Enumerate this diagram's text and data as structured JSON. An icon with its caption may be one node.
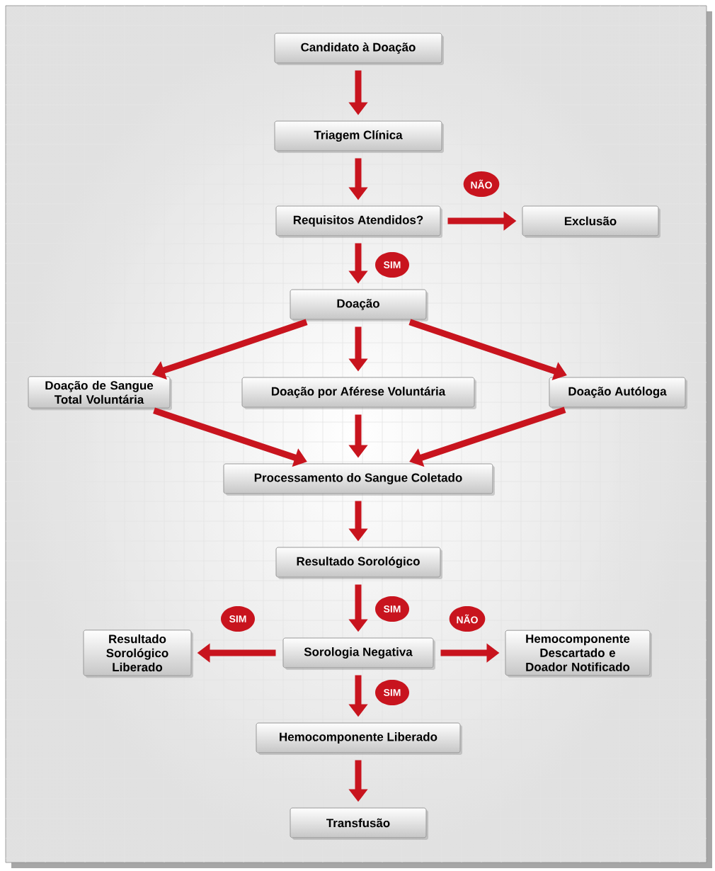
{
  "diagram": {
    "nodes": [
      {
        "text": [
          "Candidato à Doação"
        ]
      },
      {
        "text": [
          "Triagem Clínica"
        ]
      },
      {
        "text": [
          "Requisitos Atendidos?"
        ]
      },
      {
        "text": [
          "Exclusão"
        ]
      },
      {
        "text": [
          "Doação"
        ]
      },
      {
        "text": [
          "Doação de Sangue Total Voluntária"
        ]
      },
      {
        "text": [
          "Doação por Aférese Voluntária"
        ]
      },
      {
        "text": [
          "Doação Autóloga"
        ]
      },
      {
        "text": [
          "Processamento do Sangue Coletado"
        ]
      },
      {
        "text": [
          "Resultado Sorológico"
        ]
      },
      {
        "text": [
          "Sorologia Negativa"
        ]
      },
      {
        "text": [
          "Resultado Sorológico Liberado"
        ]
      },
      {
        "text": [
          "Hemocomponente Descartado e Doador Notificado"
        ]
      },
      {
        "text": [
          "Hemocomponente Liberado"
        ]
      },
      {
        "text": [
          "Transfusão"
        ]
      }
    ],
    "edges": [
      {
        "from": 0,
        "to": 1,
        "arrow": "to"
      },
      {
        "from": 1,
        "to": 2,
        "arrow": "to"
      },
      {
        "from": 2,
        "to": 3,
        "arrow": "to",
        "label": "NÃO"
      },
      {
        "from": 2,
        "to": 4,
        "arrow": "to",
        "label": "SIM"
      },
      {
        "from": 4,
        "to": 5,
        "arrow": "to"
      },
      {
        "from": 4,
        "to": 6,
        "arrow": "to"
      },
      {
        "from": 4,
        "to": 7,
        "arrow": "to"
      },
      {
        "from": 5,
        "to": 8,
        "arrow": "to"
      },
      {
        "from": 6,
        "to": 8,
        "arrow": "to"
      },
      {
        "from": 7,
        "to": 8,
        "arrow": "to"
      },
      {
        "from": 8,
        "to": 9,
        "arrow": "to"
      },
      {
        "from": 9,
        "to": 10,
        "arrow": "to",
        "label": "SIM"
      },
      {
        "from": 10,
        "to": 11,
        "arrow": "to",
        "label": "SIM"
      },
      {
        "from": 10,
        "to": 12,
        "arrow": "to",
        "label": "NÃO"
      },
      {
        "from": 10,
        "to": 13,
        "arrow": "to",
        "label": "SIM"
      },
      {
        "from": 13,
        "to": 14,
        "arrow": "to"
      }
    ]
  }
}
